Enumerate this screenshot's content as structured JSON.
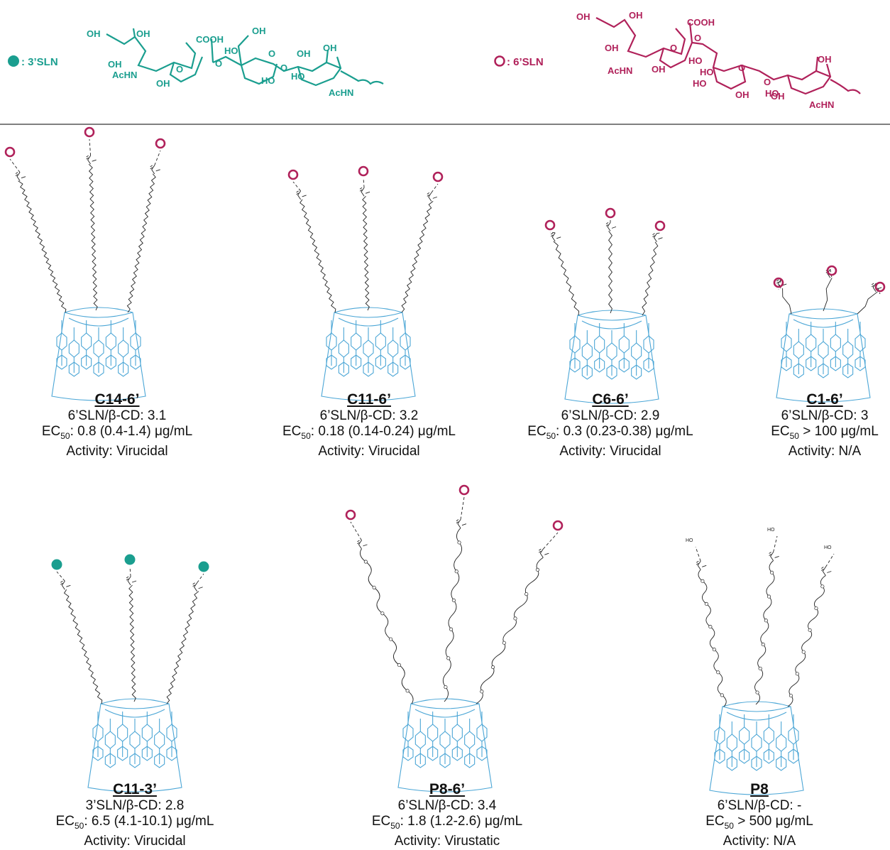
{
  "colors": {
    "sln3": "#1a9e8f",
    "sln6": "#b0215a",
    "cd": "#4ba6d6",
    "chain": "#222222"
  },
  "legend": {
    "sln3_label": ": 3’SLN",
    "sln6_label": ": 6’SLN",
    "sln3_structure_labels": [
      "OH",
      "OH",
      "COOH",
      "OH",
      "HO",
      "O",
      "OH",
      "OH",
      "AcHN",
      "O",
      "OH",
      "O",
      "HO",
      "O",
      "HO",
      "OH",
      "AcHN"
    ],
    "sln6_structure_labels": [
      "OH",
      "OH",
      "COOH",
      "OH",
      "O",
      "O",
      "HO",
      "OH",
      "AcHN",
      "OH",
      "HO",
      "O",
      "O",
      "HO",
      "OH",
      "HO",
      "OH",
      "AcHN"
    ]
  },
  "compounds": [
    {
      "id": "c14",
      "name": "C14-6’",
      "line1": "6’SLN/β-CD: 3.1",
      "line2_prefix": "EC",
      "line2_sub": "50",
      "line2_rest": ": 0.8 (0.4-1.4) μg/mL",
      "line3": "Activity: Virucidal",
      "ligand": "6",
      "linker": "alkyl",
      "chain_length": 14
    },
    {
      "id": "c11",
      "name": "C11-6’",
      "line1": "6’SLN/β-CD: 3.2",
      "line2_prefix": "EC",
      "line2_sub": "50",
      "line2_rest": ": 0.18 (0.14-0.24) μg/mL",
      "line3": "Activity: Virucidal",
      "ligand": "6",
      "linker": "alkyl",
      "chain_length": 11
    },
    {
      "id": "c6",
      "name": "C6-6’",
      "line1": "6’SLN/β-CD: 2.9",
      "line2_prefix": "EC",
      "line2_sub": "50",
      "line2_rest": ": 0.3 (0.23-0.38) μg/mL",
      "line3": "Activity: Virucidal",
      "ligand": "6",
      "linker": "alkyl",
      "chain_length": 6
    },
    {
      "id": "c1",
      "name": "C1-6’",
      "line1": "6’SLN/β-CD: 3",
      "line2_prefix": "EC",
      "line2_sub": "50",
      "line2_rest": " > 100 μg/mL",
      "line3": "Activity: N/A",
      "ligand": "6",
      "linker": "alkyl",
      "chain_length": 1
    },
    {
      "id": "c113",
      "name": "C11-3’",
      "line1": "3’SLN/β-CD: 2.8",
      "line2_prefix": "EC",
      "line2_sub": "50",
      "line2_rest": ": 6.5 (4.1-10.1) μg/mL",
      "line3": "Activity: Virucidal",
      "ligand": "3",
      "linker": "alkyl",
      "chain_length": 11
    },
    {
      "id": "p86",
      "name": "P8-6’",
      "line1": "6’SLN/β-CD: 3.4",
      "line2_prefix": "EC",
      "line2_sub": "50",
      "line2_rest": ": 1.8 (1.2-2.6) μg/mL",
      "line3": "Activity: Virustatic",
      "ligand": "6",
      "linker": "peg",
      "chain_length": 8
    },
    {
      "id": "p8",
      "name": "P8",
      "line1": "6’SLN/β-CD: -",
      "line2_prefix": "EC",
      "line2_sub": "50",
      "line2_rest": " > 500 μg/mL",
      "line3": "Activity: N/A",
      "ligand": "none",
      "linker": "peg",
      "chain_length": 8
    }
  ]
}
